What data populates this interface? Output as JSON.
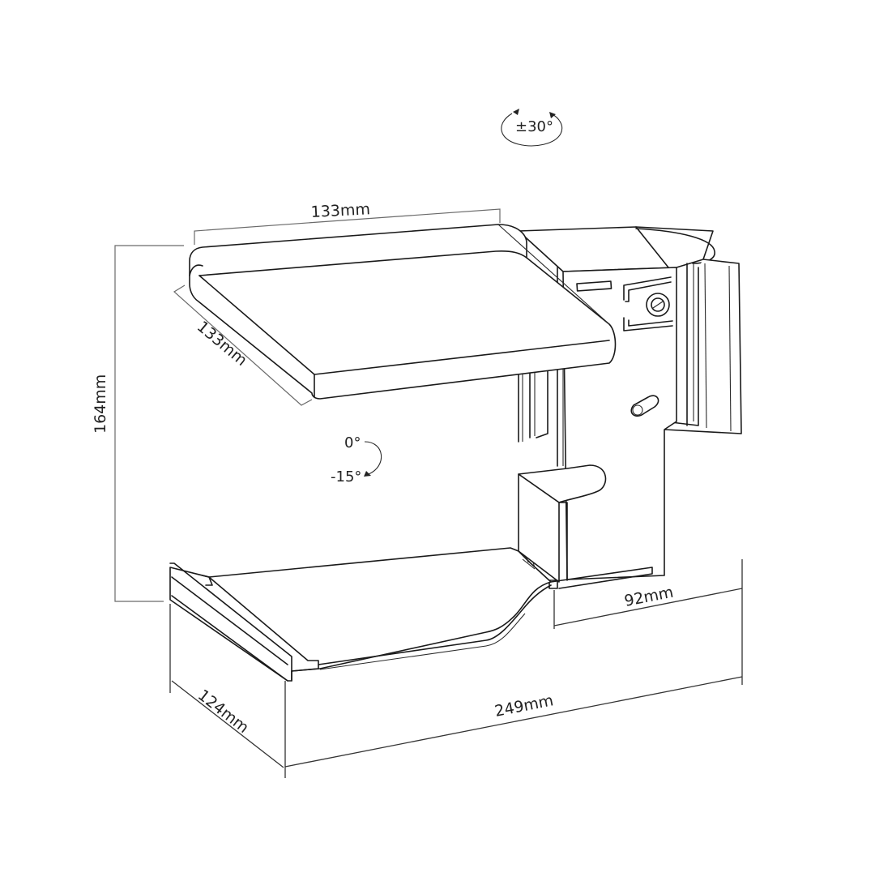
{
  "diagram": {
    "subject": "Speaker wall mount bracket with tilting/swivel top shelf",
    "line_color": "#1a1a1a",
    "dimension_line_color": "#6a6a6a",
    "background": "#ffffff"
  },
  "rotation": {
    "swivel": {
      "label": "±30°",
      "icon": "rotate-both-directions-icon"
    },
    "tilt": {
      "label_top": "0°",
      "label_bottom": "-15°",
      "icon": "curved-arrow-tilt-icon"
    }
  },
  "dimensions": {
    "shelf_width": "133mm",
    "shelf_depth": "133mm",
    "total_height": "164mm",
    "arm_depth": "92mm",
    "total_length": "249mm",
    "base_depth": "124mm"
  }
}
